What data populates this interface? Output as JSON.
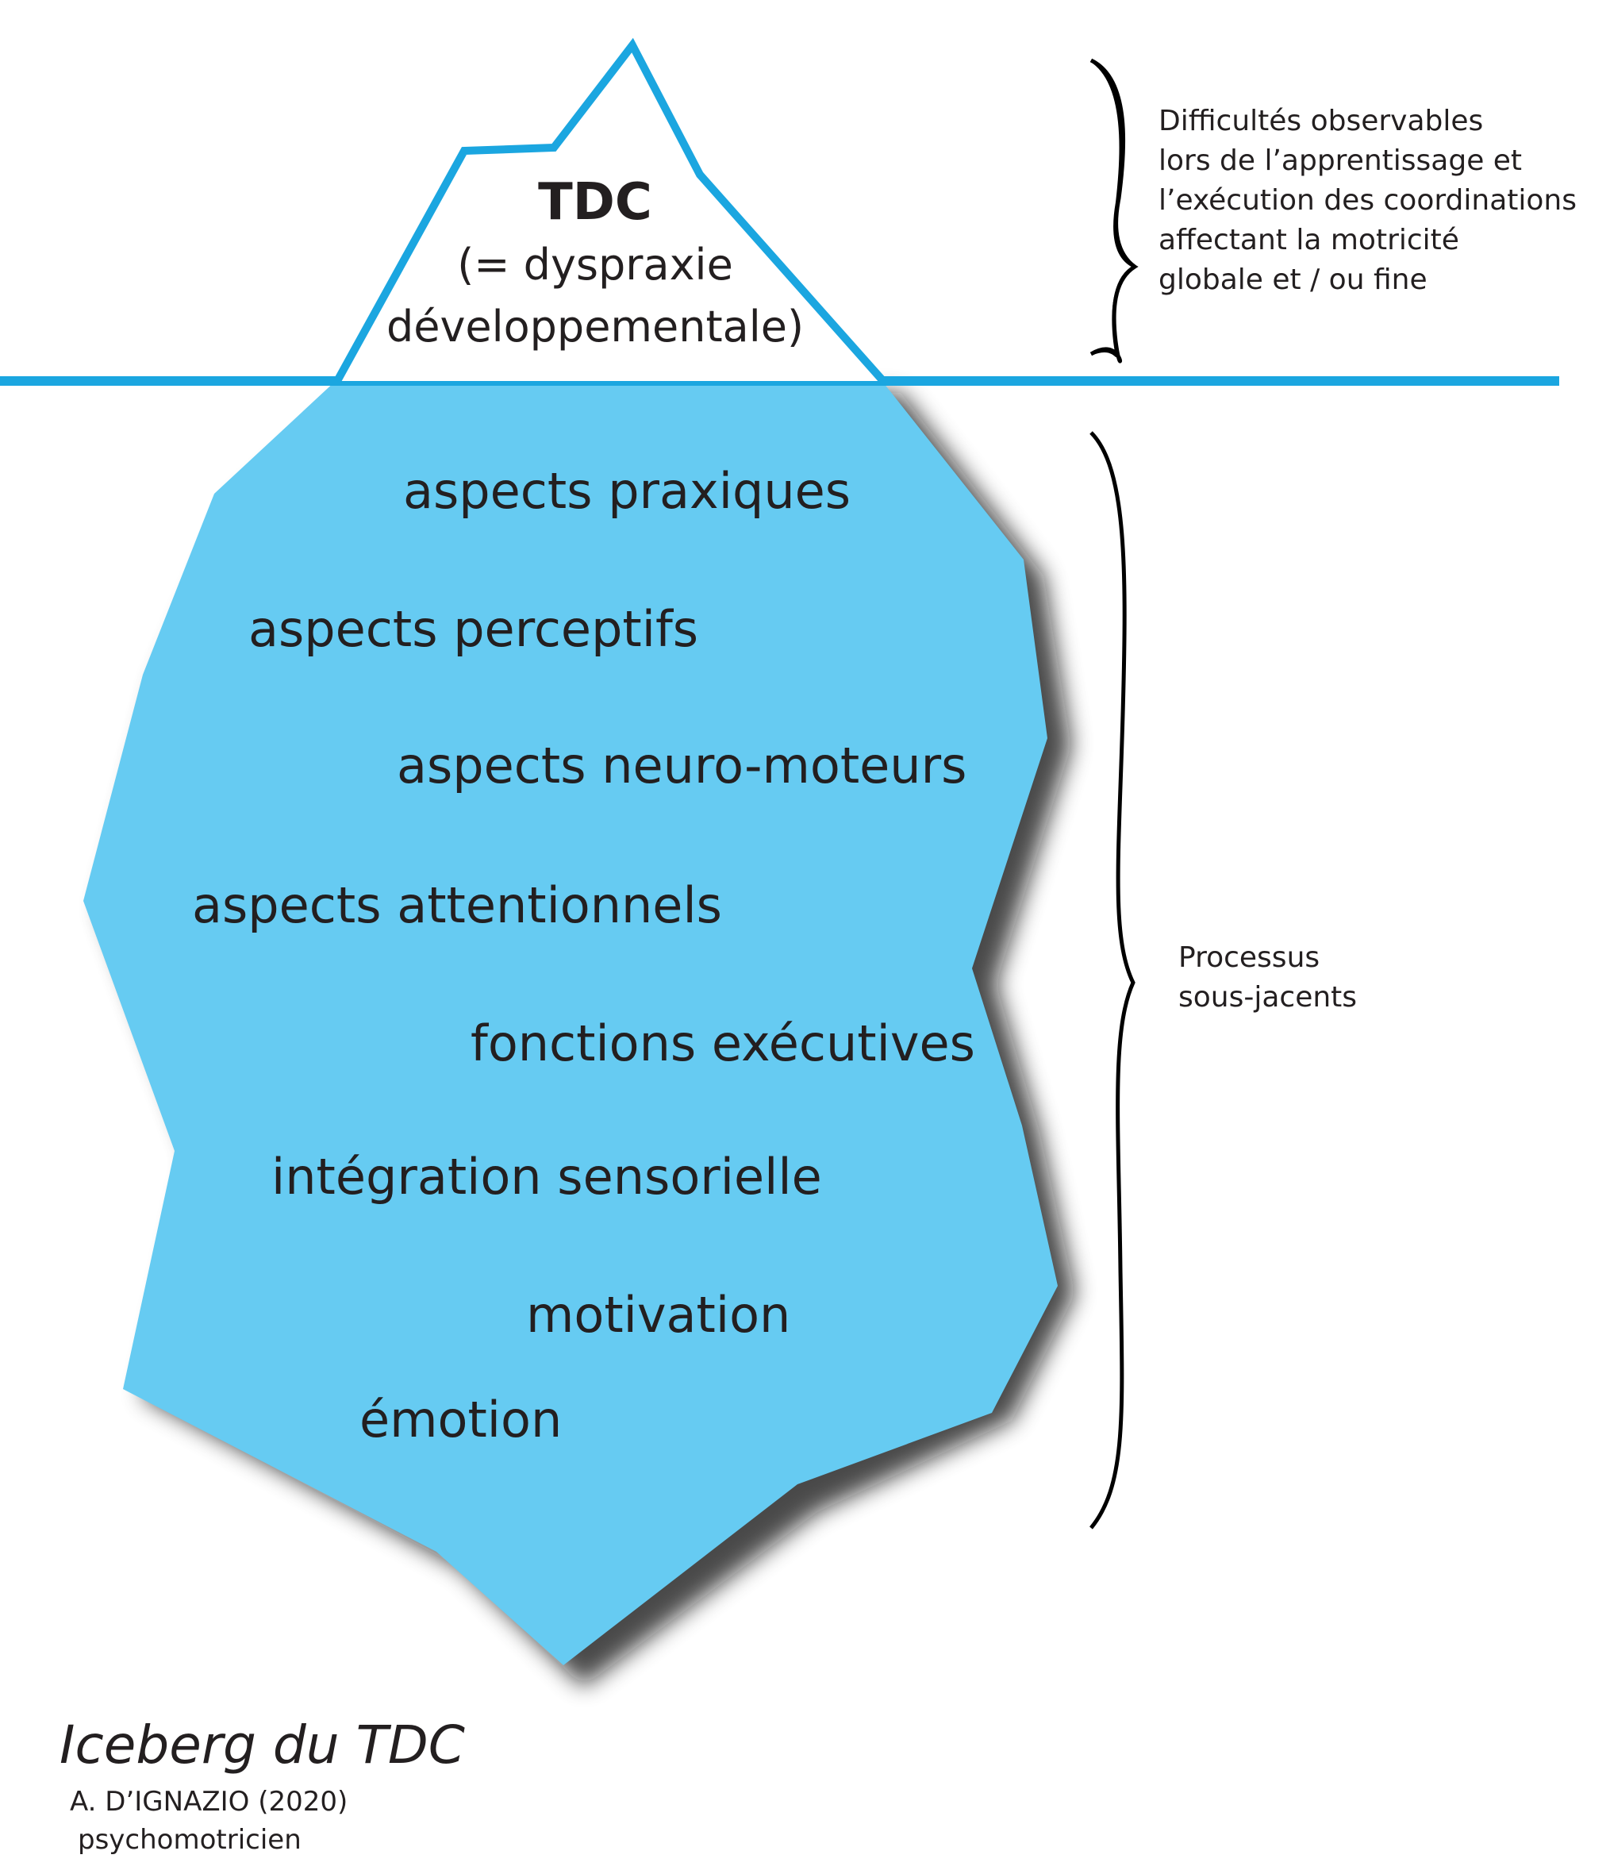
{
  "tip": {
    "title": "TDC",
    "subtitle_lines": [
      "(= dyspraxie",
      "développementale)"
    ]
  },
  "underwater_items": [
    "aspects praxiques",
    "aspects perceptifs",
    "aspects neuro-moteurs",
    "aspects attentionnels",
    "fonctions exécutives",
    "intégration sensorielle",
    "motivation",
    "émotion"
  ],
  "above_note_lines": [
    "Difficultés observables",
    "lors de l’apprentissage et",
    " l’exécution des coordinations",
    "affectant la motricité",
    "globale et / ou fine"
  ],
  "below_note_lines": [
    "Processus",
    "sous-jacents"
  ],
  "caption": {
    "title": "Iceberg du TDC",
    "author": "A. D’IGNAZIO (2020)",
    "role": "psychomotricien"
  },
  "colors": {
    "water_line": "#1ba6e0",
    "iceberg_fill": "#66cbf2",
    "shadow": "#1a1a1a",
    "text": "#231f20"
  }
}
